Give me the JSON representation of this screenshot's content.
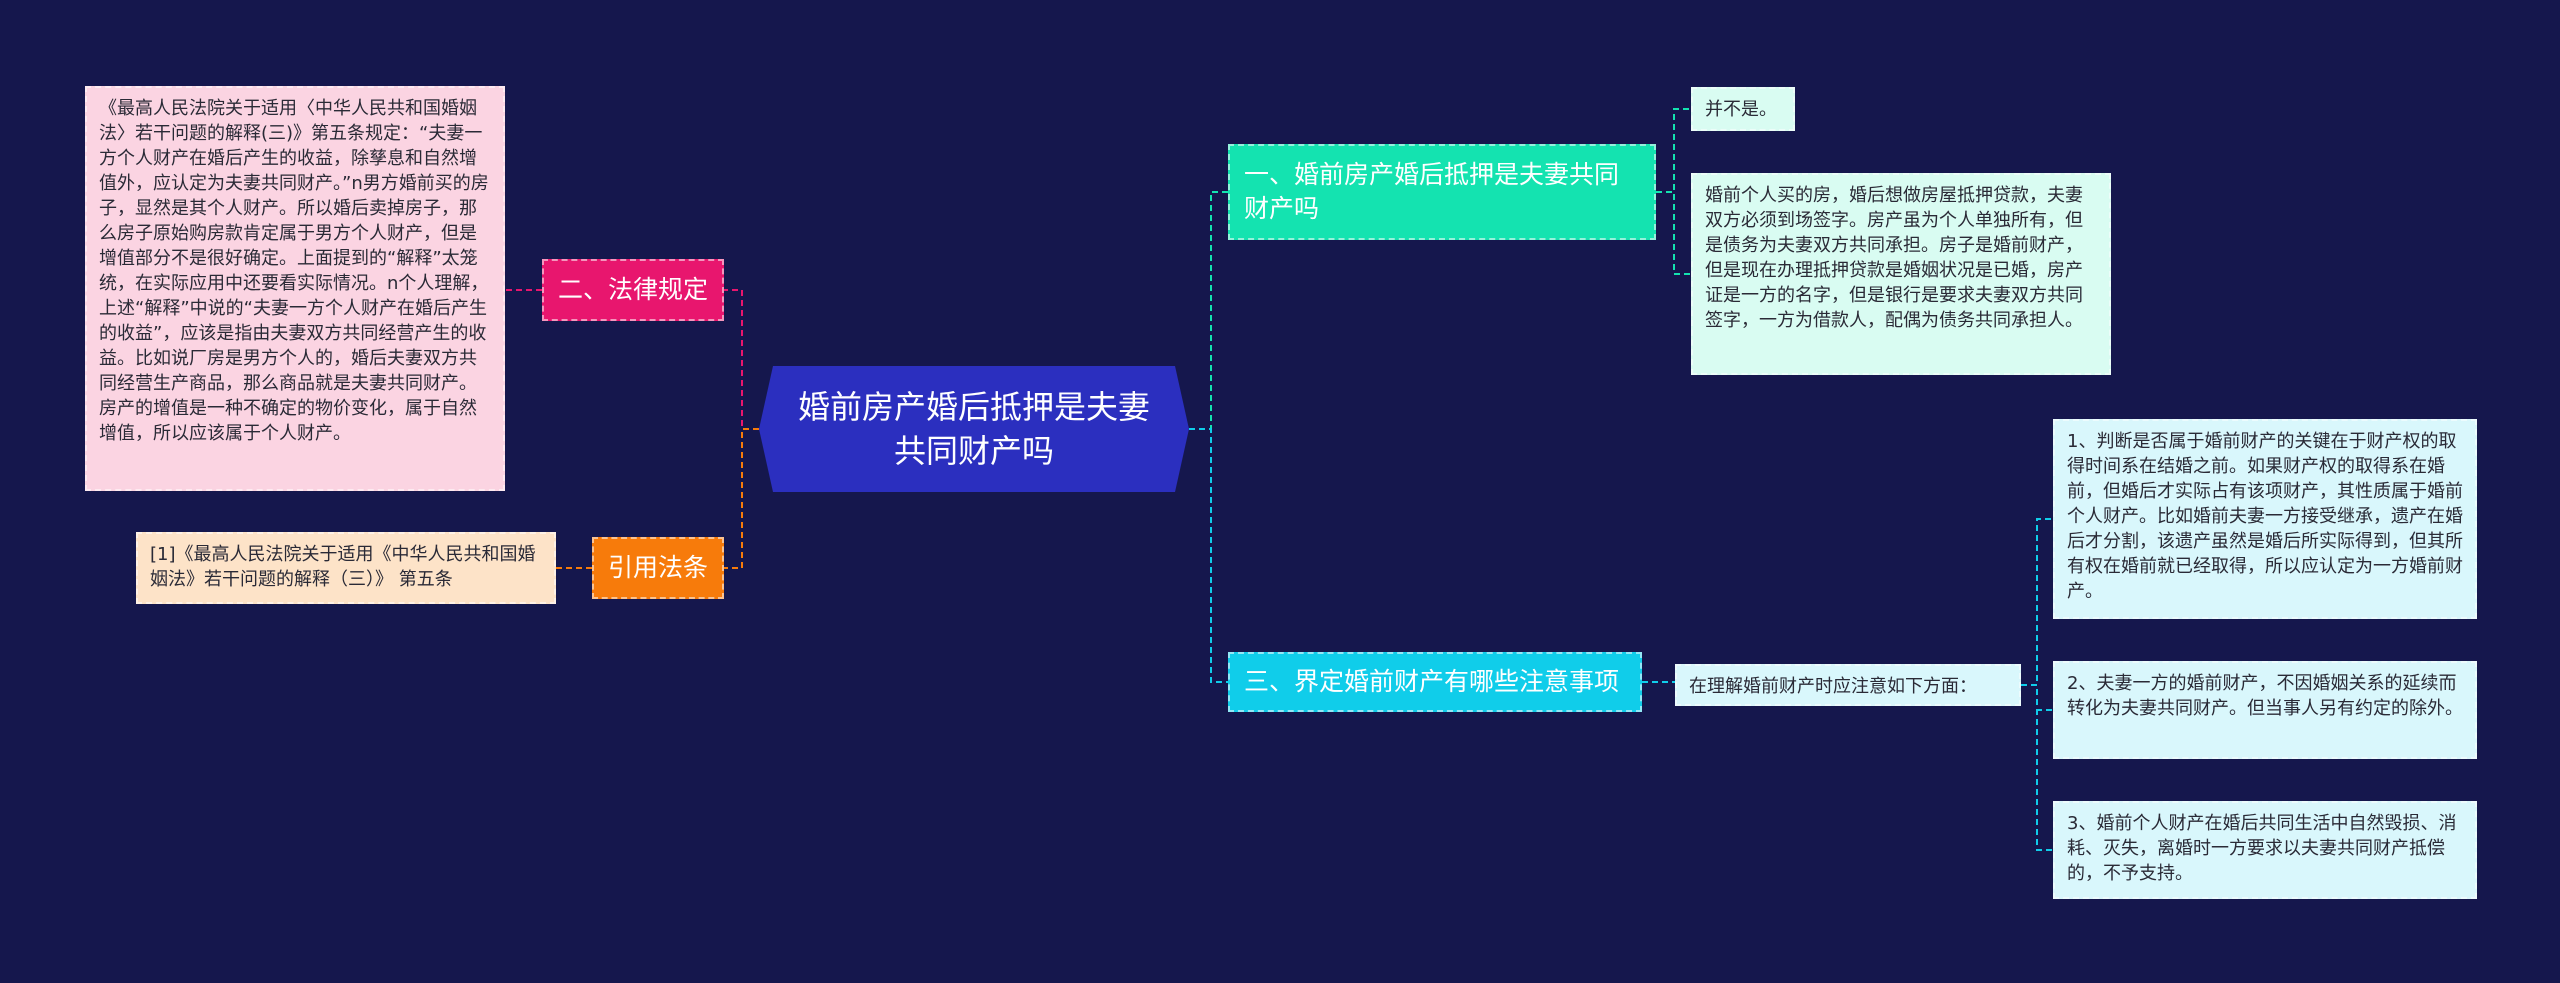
{
  "root": {
    "title": "婚前房产婚后抵押是夫妻共同财产吗"
  },
  "branches": {
    "law": {
      "label": "二、法律规定"
    },
    "cite": {
      "label": "引用法条"
    },
    "one": {
      "label": "一、婚前房产婚后抵押是夫妻共同财产吗"
    },
    "three": {
      "label": "三、界定婚前财产有哪些注意事项"
    }
  },
  "leaves": {
    "law_text": "《最高人民法院关于适用〈中华人民共和国婚姻法〉若干问题的解释(三)》第五条规定：“夫妻一方个人财产在婚后产生的收益，除孳息和自然增值外，应认定为夫妻共同财产。”n男方婚前买的房子，显然是其个人财产。所以婚后卖掉房子，那么房子原始购房款肯定属于男方个人财产，但是增值部分不是很好确定。上面提到的“解释”太笼统，在实际应用中还要看实际情况。n个人理解，上述“解释”中说的“夫妻一方个人财产在婚后产生的收益”，应该是指由夫妻双方共同经营产生的收益。比如说厂房是男方个人的，婚后夫妻双方共同经营生产商品，那么商品就是夫妻共同财产。房产的增值是一种不确定的物价变化，属于自然增值，所以应该属于个人财产。",
    "cite_text": "[1]《最高人民法院关于适用《中华人民共和国婚姻法》若干问题的解释（三）》 第五条",
    "no_text": "并不是。",
    "detail_text": "婚前个人买的房，婚后想做房屋抵押贷款，夫妻双方必须到场签字。房产虽为个人单独所有，但是债务为夫妻双方共同承担。房子是婚前财产，但是现在办理抵押贷款是婚姻状况是已婚，房产证是一方的名字，但是银行是要求夫妻双方共同签字，一方为借款人，配偶为债务共同承担人。",
    "understand_text": "在理解婚前财产时应注意如下方面：",
    "n1_text": "1、判断是否属于婚前财产的关键在于财产权的取得时间系在结婚之前。如果财产权的取得系在婚前，但婚后才实际占有该项财产，其性质属于婚前个人财产。比如婚前夫妻一方接受继承，遗产在婚后才分割，该遗产虽然是婚后所实际得到，但其所有权在婚前就已经取得，所以应认定为一方婚前财产。",
    "n2_text": "2、夫妻一方的婚前财产，不因婚姻关系的延续而转化为夫妻共同财产。但当事人另有约定的除外。",
    "n3_text": "3、婚前个人财产在婚后共同生活中自然毁损、消耗、灭失，离婚时一方要求以夫妻共同财产抵偿的，不予支持。"
  },
  "colors": {
    "background": "#15174d",
    "root": "#2b2fbf",
    "law": "#e8166e",
    "cite": "#f77b0b",
    "one": "#14e3b0",
    "three": "#10cdea"
  }
}
